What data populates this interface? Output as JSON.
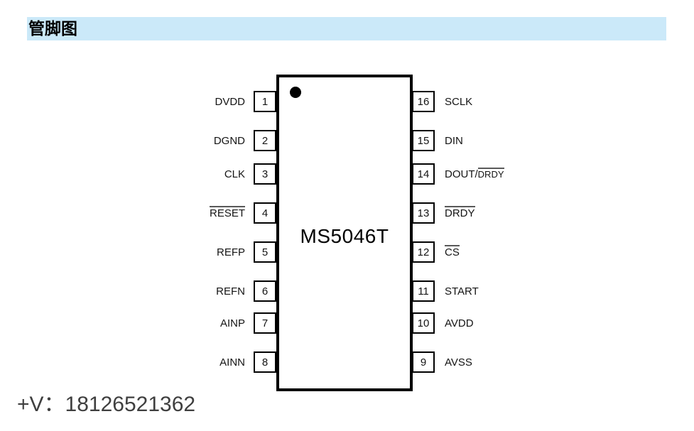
{
  "header": {
    "title": "管脚图",
    "background_color": "#cbe9f9"
  },
  "chip": {
    "name": "MS5046T",
    "pin_count": 16,
    "left_pins": [
      {
        "number": "1",
        "label": "DVDD",
        "overline": false
      },
      {
        "number": "2",
        "label": "DGND",
        "overline": false
      },
      {
        "number": "3",
        "label": "CLK",
        "overline": false
      },
      {
        "number": "4",
        "label": "RESET",
        "overline": true
      },
      {
        "number": "5",
        "label": "REFP",
        "overline": false
      },
      {
        "number": "6",
        "label": "REFN",
        "overline": false
      },
      {
        "number": "7",
        "label": "AINP",
        "overline": false
      },
      {
        "number": "8",
        "label": "AINN",
        "overline": false
      }
    ],
    "right_pins": [
      {
        "number": "16",
        "label": "SCLK",
        "overline": false
      },
      {
        "number": "15",
        "label": "DIN",
        "overline": false
      },
      {
        "number": "14",
        "label_prefix": "DOUT/",
        "label": "DRDY",
        "overline": true
      },
      {
        "number": "13",
        "label": "DRDY",
        "overline": true
      },
      {
        "number": "12",
        "label": "CS",
        "overline": true
      },
      {
        "number": "11",
        "label": "START",
        "overline": false
      },
      {
        "number": "10",
        "label": "AVDD",
        "overline": false
      },
      {
        "number": "9",
        "label": "AVSS",
        "overline": false
      }
    ]
  },
  "footer": {
    "contact": "+V：18126521362"
  },
  "colors": {
    "header_background": "#cbe9f9",
    "chip_border": "#000000",
    "pin_text": "#141414",
    "overline": "#595959",
    "footer_text": "#3f3f3f",
    "page_background": "#ffffff"
  }
}
